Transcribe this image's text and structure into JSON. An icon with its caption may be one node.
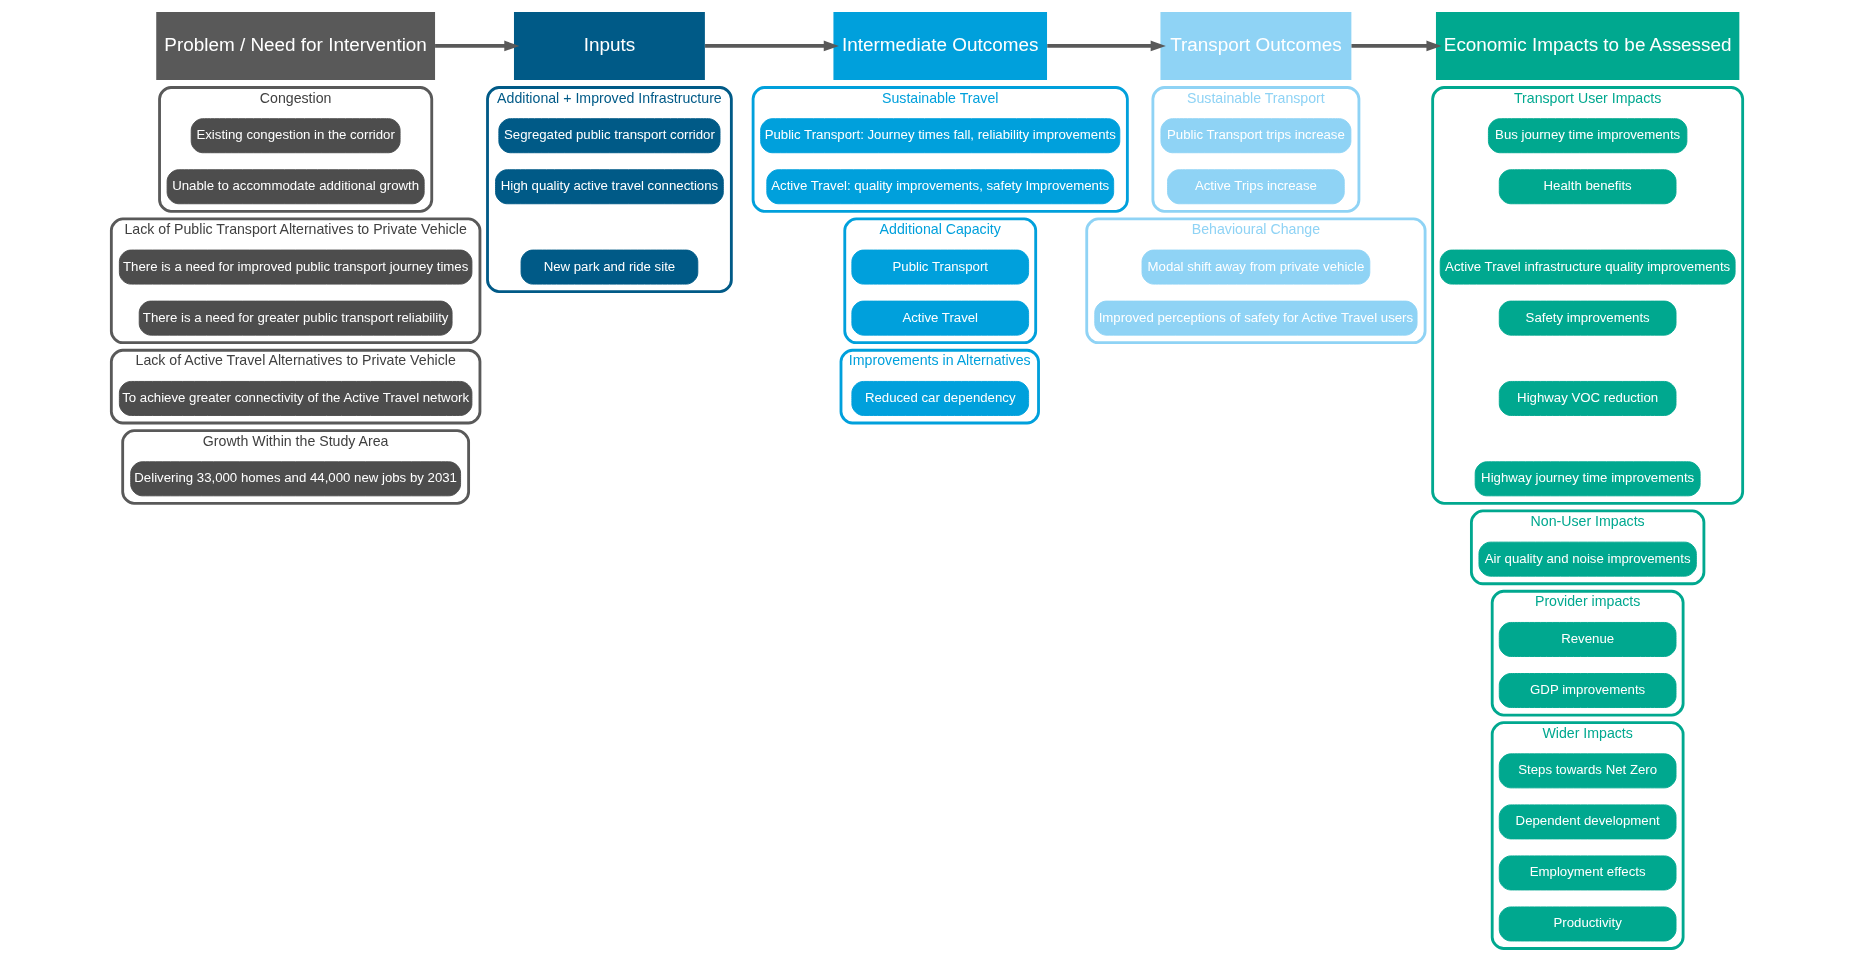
{
  "diagram": {
    "nodes": [
      {
        "text": [
          "Problem / Need for Intervention"
        ]
      },
      {
        "text": [
          "Congestion"
        ]
      },
      {
        "text": [
          "Existing congestion in the corridor"
        ],
        "in": 1
      },
      {
        "text": [
          "Unable to accommodate additional growth"
        ],
        "in": 1
      },
      {
        "text": [
          "Lack of Public Transport Alternatives to Private Vehicle"
        ]
      },
      {
        "text": [
          "There is a need for improved public transport journey times"
        ],
        "in": 4
      },
      {
        "text": [
          "There is a need for greater public transport reliability"
        ],
        "in": 4
      },
      {
        "text": [
          "Lack of Active Travel Alternatives to Private Vehicle"
        ]
      },
      {
        "text": [
          "To achieve greater connectivity of the Active Travel network"
        ],
        "in": 7
      },
      {
        "text": [
          "Growth Within the Study Area"
        ]
      },
      {
        "text": [
          "Delivering 33,000 homes and 44,000 new jobs by 2031"
        ],
        "in": 9
      },
      {
        "text": [
          "Inputs"
        ]
      },
      {
        "text": [
          "Additional + Improved Infrastructure"
        ]
      },
      {
        "text": [
          "Segregated public transport corridor"
        ],
        "in": 12
      },
      {
        "text": [
          "High quality active travel connections"
        ],
        "in": 12
      },
      {
        "text": [
          "New park and ride site"
        ],
        "in": 12
      },
      {
        "text": [
          "Intermediate Outcomes"
        ]
      },
      {
        "text": [
          "Sustainable Travel"
        ]
      },
      {
        "text": [
          "Public Transport: Journey times fall, reliability improvements"
        ],
        "in": 17
      },
      {
        "text": [
          "Active Travel: quality improvements, safety Improvements"
        ],
        "in": 17
      },
      {
        "text": [
          "Additional Capacity"
        ]
      },
      {
        "text": [
          "Public Transport"
        ],
        "in": 20
      },
      {
        "text": [
          "Active Travel"
        ],
        "in": 20
      },
      {
        "text": [
          "Improvements in Alternatives"
        ]
      },
      {
        "text": [
          "Reduced car dependency"
        ],
        "in": 23
      },
      {
        "text": [
          "Transport Outcomes"
        ]
      },
      {
        "text": [
          "Sustainable Transport"
        ]
      },
      {
        "text": [
          "Public Transport trips increase"
        ],
        "in": 26
      },
      {
        "text": [
          "Active Trips increase"
        ],
        "in": 26
      },
      {
        "text": [
          "Behavioural Change"
        ]
      },
      {
        "text": [
          "Modal shift away from private vehicle"
        ],
        "in": 29
      },
      {
        "text": [
          "Improved perceptions of safety for Active Travel users"
        ],
        "in": 29
      },
      {
        "text": [
          "Economic Impacts to be Assessed"
        ]
      },
      {
        "text": [
          "Transport User Impacts"
        ]
      },
      {
        "text": [
          "Bus journey time improvements"
        ],
        "in": 33
      },
      {
        "text": [
          "Health benefits"
        ],
        "in": 33
      },
      {
        "text": [
          "Active Travel infrastructure quality improvements"
        ],
        "in": 33
      },
      {
        "text": [
          "Safety improvements"
        ],
        "in": 33
      },
      {
        "text": [
          "Highway VOC reduction"
        ],
        "in": 33
      },
      {
        "text": [
          "Highway journey time improvements"
        ],
        "in": 33
      },
      {
        "text": [
          "Non-User Impacts"
        ]
      },
      {
        "text": [
          "Air quality and noise improvements"
        ],
        "in": 40
      },
      {
        "text": [
          "Provider impacts"
        ]
      },
      {
        "text": [
          "Revenue"
        ],
        "in": 42
      },
      {
        "text": [
          "GDP improvements"
        ],
        "in": 42
      },
      {
        "text": [
          "Wider Impacts"
        ]
      },
      {
        "text": [
          "Steps towards Net Zero"
        ],
        "in": 45
      },
      {
        "text": [
          "Dependent development"
        ],
        "in": 45
      },
      {
        "text": [
          "Employment effects"
        ],
        "in": 45
      },
      {
        "text": [
          "Productivity"
        ],
        "in": 45
      }
    ],
    "edges": [
      {
        "from": 0,
        "to": 11,
        "arrow": "to"
      },
      {
        "from": 11,
        "to": 16,
        "arrow": "to"
      },
      {
        "from": 16,
        "to": 25,
        "arrow": "to"
      },
      {
        "from": 25,
        "to": 32,
        "arrow": "to"
      }
    ]
  }
}
